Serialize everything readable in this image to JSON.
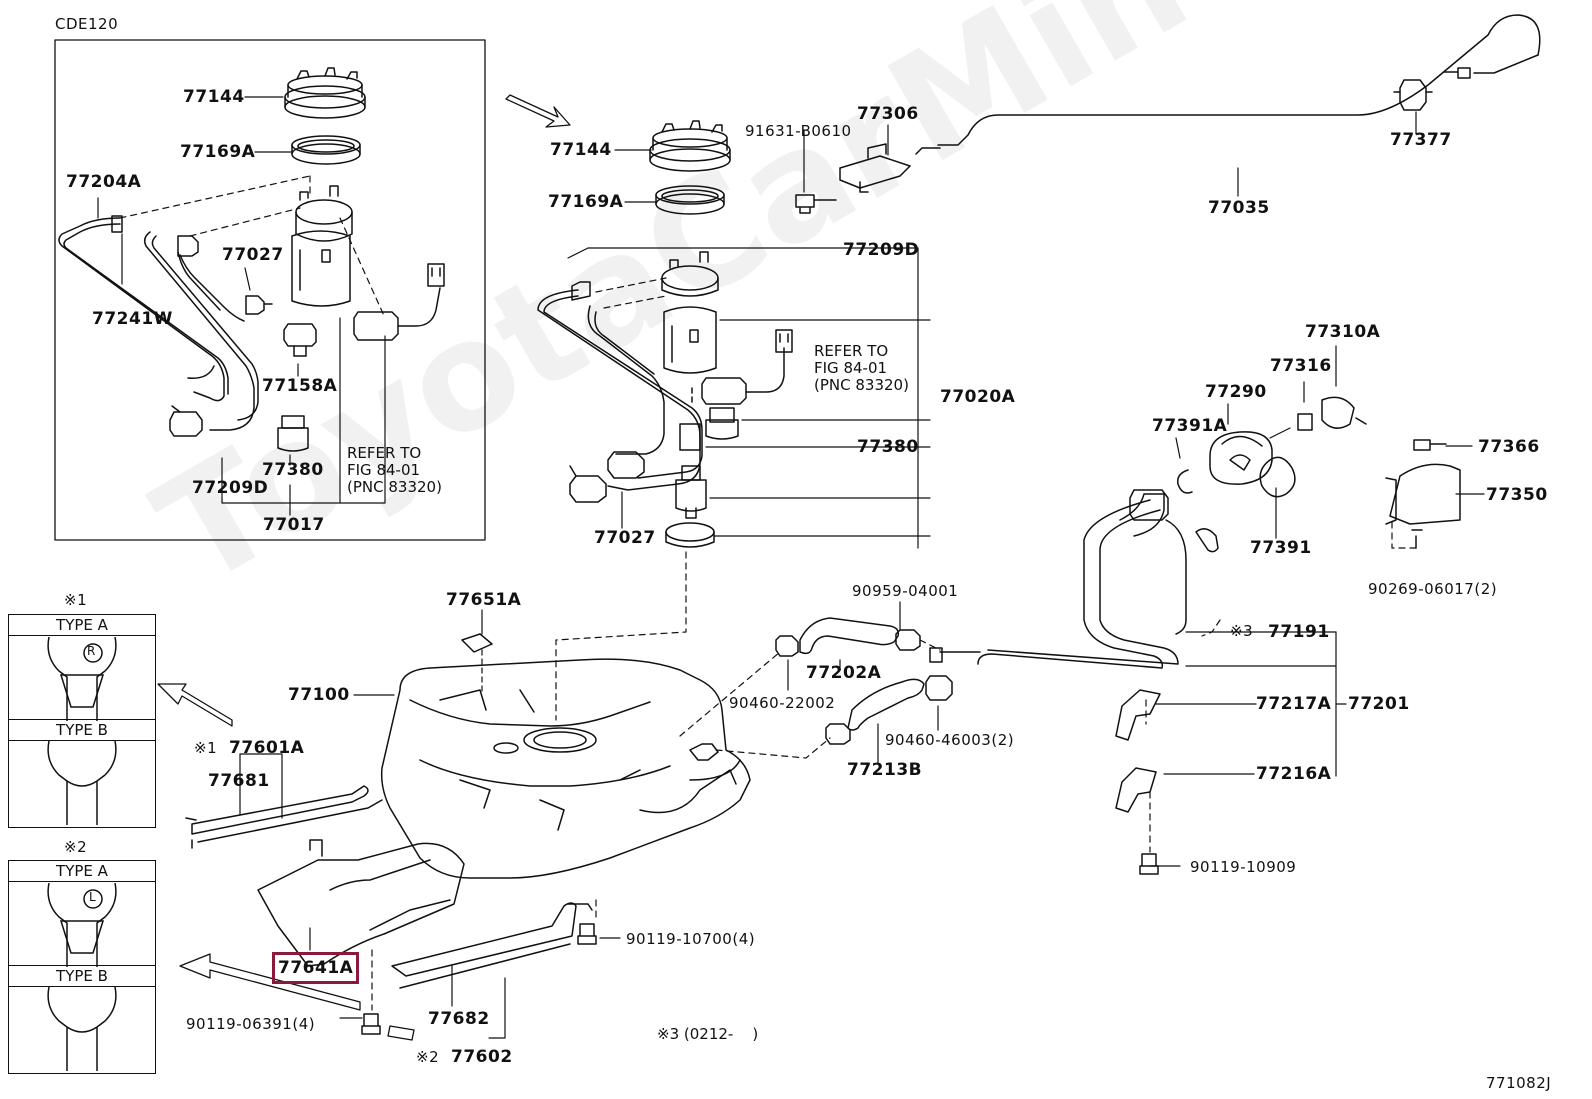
{
  "diagram": {
    "variant": "CDE120",
    "code": "771082J",
    "watermark": "ToyotaCarMine.ru",
    "highlight_color": "#8b1a3a",
    "inset_labels": {
      "p77144": "77144",
      "p77169a": "77169A",
      "p77204a": "77204A",
      "p77027": "77027",
      "p77241w": "77241W",
      "p77158a": "77158A",
      "p77380": "77380",
      "p77209d": "77209D",
      "p77017": "77017",
      "refer": "REFER TO\nFIG 84-01\n(PNC 83320)"
    },
    "main_labels": {
      "p77144": "77144",
      "p77169a": "77169A",
      "p91631": "91631-B0610",
      "p77306": "77306",
      "p77035": "77035",
      "p77377": "77377",
      "p77209d": "77209D",
      "refer": "REFER TO\nFIG 84-01\n(PNC 83320)",
      "p77020a": "77020A",
      "p77380": "77380",
      "p77027": "77027",
      "p77310a": "77310A",
      "p77316": "77316",
      "p77290": "77290",
      "p77391a": "77391A",
      "p77366": "77366",
      "p77350": "77350",
      "p77391": "77391",
      "p90269": "90269-06017(2)",
      "p77651a": "77651A",
      "p90959": "90959-04001",
      "p77100": "77100",
      "p77202a": "77202A",
      "p90460_22002": "90460-22002",
      "p90460_46003": "90460-46003(2)",
      "p77213b": "77213B",
      "p77191": "77191",
      "p77217a": "77217A",
      "p77201": "77201",
      "p77216a": "77216A",
      "p90119_10909": "90119-10909",
      "p77601a": "77601A",
      "p77681": "77681",
      "p77641a": "77641A",
      "p90119_10700": "90119-10700(4)",
      "p90119_06391": "90119-06391(4)",
      "p77682": "77682",
      "p77602": "77602"
    },
    "marks": {
      "m1": "※1",
      "m2": "※2",
      "m3": "※3",
      "m1_77601a": "※1",
      "m2_77602": "※2",
      "note3": "※3 (0212-    )"
    },
    "type_boxes": {
      "box1": {
        "type_a": "TYPE A",
        "type_b": "TYPE B",
        "symbol_a": "R"
      },
      "box2": {
        "type_a": "TYPE A",
        "type_b": "TYPE B",
        "symbol_a": "L"
      }
    }
  }
}
